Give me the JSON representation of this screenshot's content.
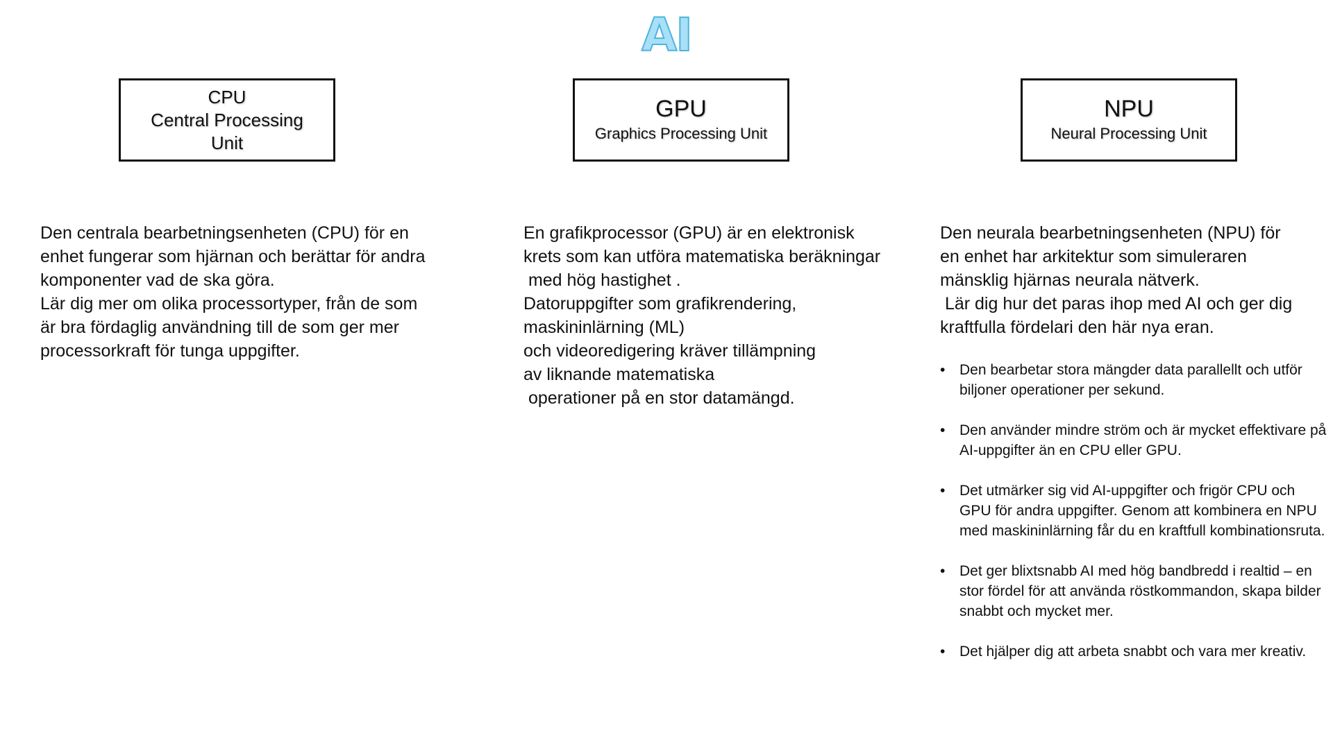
{
  "title": "AI",
  "boxes": {
    "cpu": {
      "line1": "CPU",
      "line2": "Central Processing",
      "line3": "Unit"
    },
    "gpu": {
      "abbr": "GPU",
      "full": "Graphics Processing Unit"
    },
    "npu": {
      "abbr": "NPU",
      "full": "Neural Processing Unit"
    }
  },
  "cpu_text": [
    "Den centrala bearbetningsenheten (CPU) för en",
    "enhet fungerar som hjärnan och berättar för andra",
    "komponenter vad de ska göra.",
    "Lär dig mer om olika processortyper, från de som",
    "är bra fördaglig användning till de som ger mer",
    "processorkraft för tunga uppgifter."
  ],
  "gpu_text": [
    "En grafikprocessor (GPU) är en elektronisk",
    "krets som kan utföra matematiska beräkningar",
    " med hög hastighet .",
    "Datoruppgifter som grafikrendering,",
    "maskininlärning (ML)",
    "och videoredigering kräver tillämpning",
    "av liknande matematiska",
    " operationer på en stor datamängd."
  ],
  "npu_text": [
    "Den neurala bearbetningsenheten (NPU) för",
    "en enhet har arkitektur som simuleraren",
    "mänsklig hjärnas neurala nätverk.",
    " Lär dig hur det paras ihop med AI och ger dig",
    "kraftfulla fördelari den här nya eran."
  ],
  "bullet_symbol": "•",
  "npu_bullets": [
    "Den bearbetar stora mängder data parallellt och utför biljoner operationer per sekund.",
    "Den använder mindre ström och är mycket effektivare på AI-uppgifter än en CPU eller GPU.",
    "Det utmärker sig vid AI-uppgifter och frigör CPU och GPU för andra uppgifter. Genom att kombinera en NPU med maskininlärning får du en kraftfull kombinationsruta.",
    "Det ger blixtsnabb AI med hög bandbredd i realtid – en stor fördel för att använda röstkommandon, skapa bilder snabbt och mycket mer.",
    "Det hjälper dig att arbeta snabbt och vara mer kreativ."
  ]
}
